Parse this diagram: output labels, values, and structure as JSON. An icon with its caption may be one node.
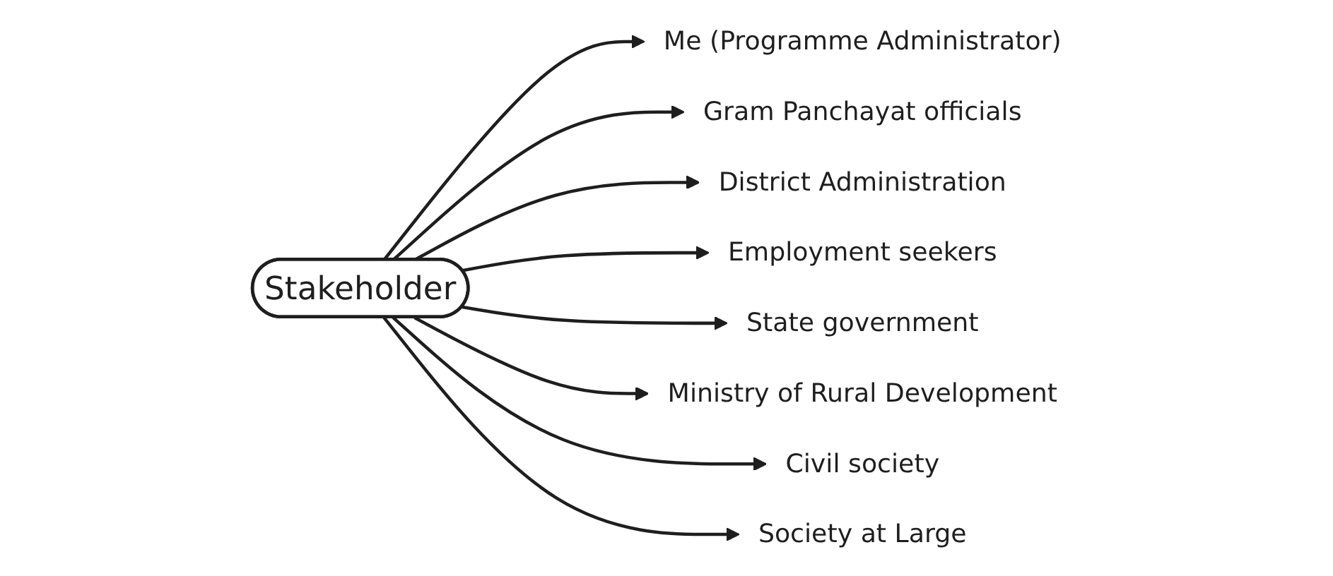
{
  "diagram": {
    "nodes": [
      {
        "text": [
          "Me (Programme Administrator)"
        ]
      },
      {
        "text": [
          "Society at Large"
        ]
      },
      {
        "text": [
          "Gram Panchayat officials"
        ]
      },
      {
        "text": [
          "Civil society"
        ]
      },
      {
        "text": [
          "Stakeholder"
        ]
      },
      {
        "text": [
          "District Administration"
        ]
      },
      {
        "text": [
          "Ministry of Rural Development"
        ]
      },
      {
        "text": [
          "Employment seekers"
        ]
      },
      {
        "text": [
          "State government"
        ]
      }
    ],
    "edges": [
      {
        "from": 4,
        "to": 0,
        "arrow": "to"
      },
      {
        "from": 4,
        "to": 2,
        "arrow": "to"
      },
      {
        "from": 4,
        "to": 5,
        "arrow": "to"
      },
      {
        "from": 4,
        "to": 7,
        "arrow": "to"
      },
      {
        "from": 4,
        "to": 8,
        "arrow": "to"
      },
      {
        "from": 4,
        "to": 6,
        "arrow": "to"
      },
      {
        "from": 4,
        "to": 3,
        "arrow": "to"
      },
      {
        "from": 4,
        "to": 1,
        "arrow": "to"
      }
    ]
  }
}
